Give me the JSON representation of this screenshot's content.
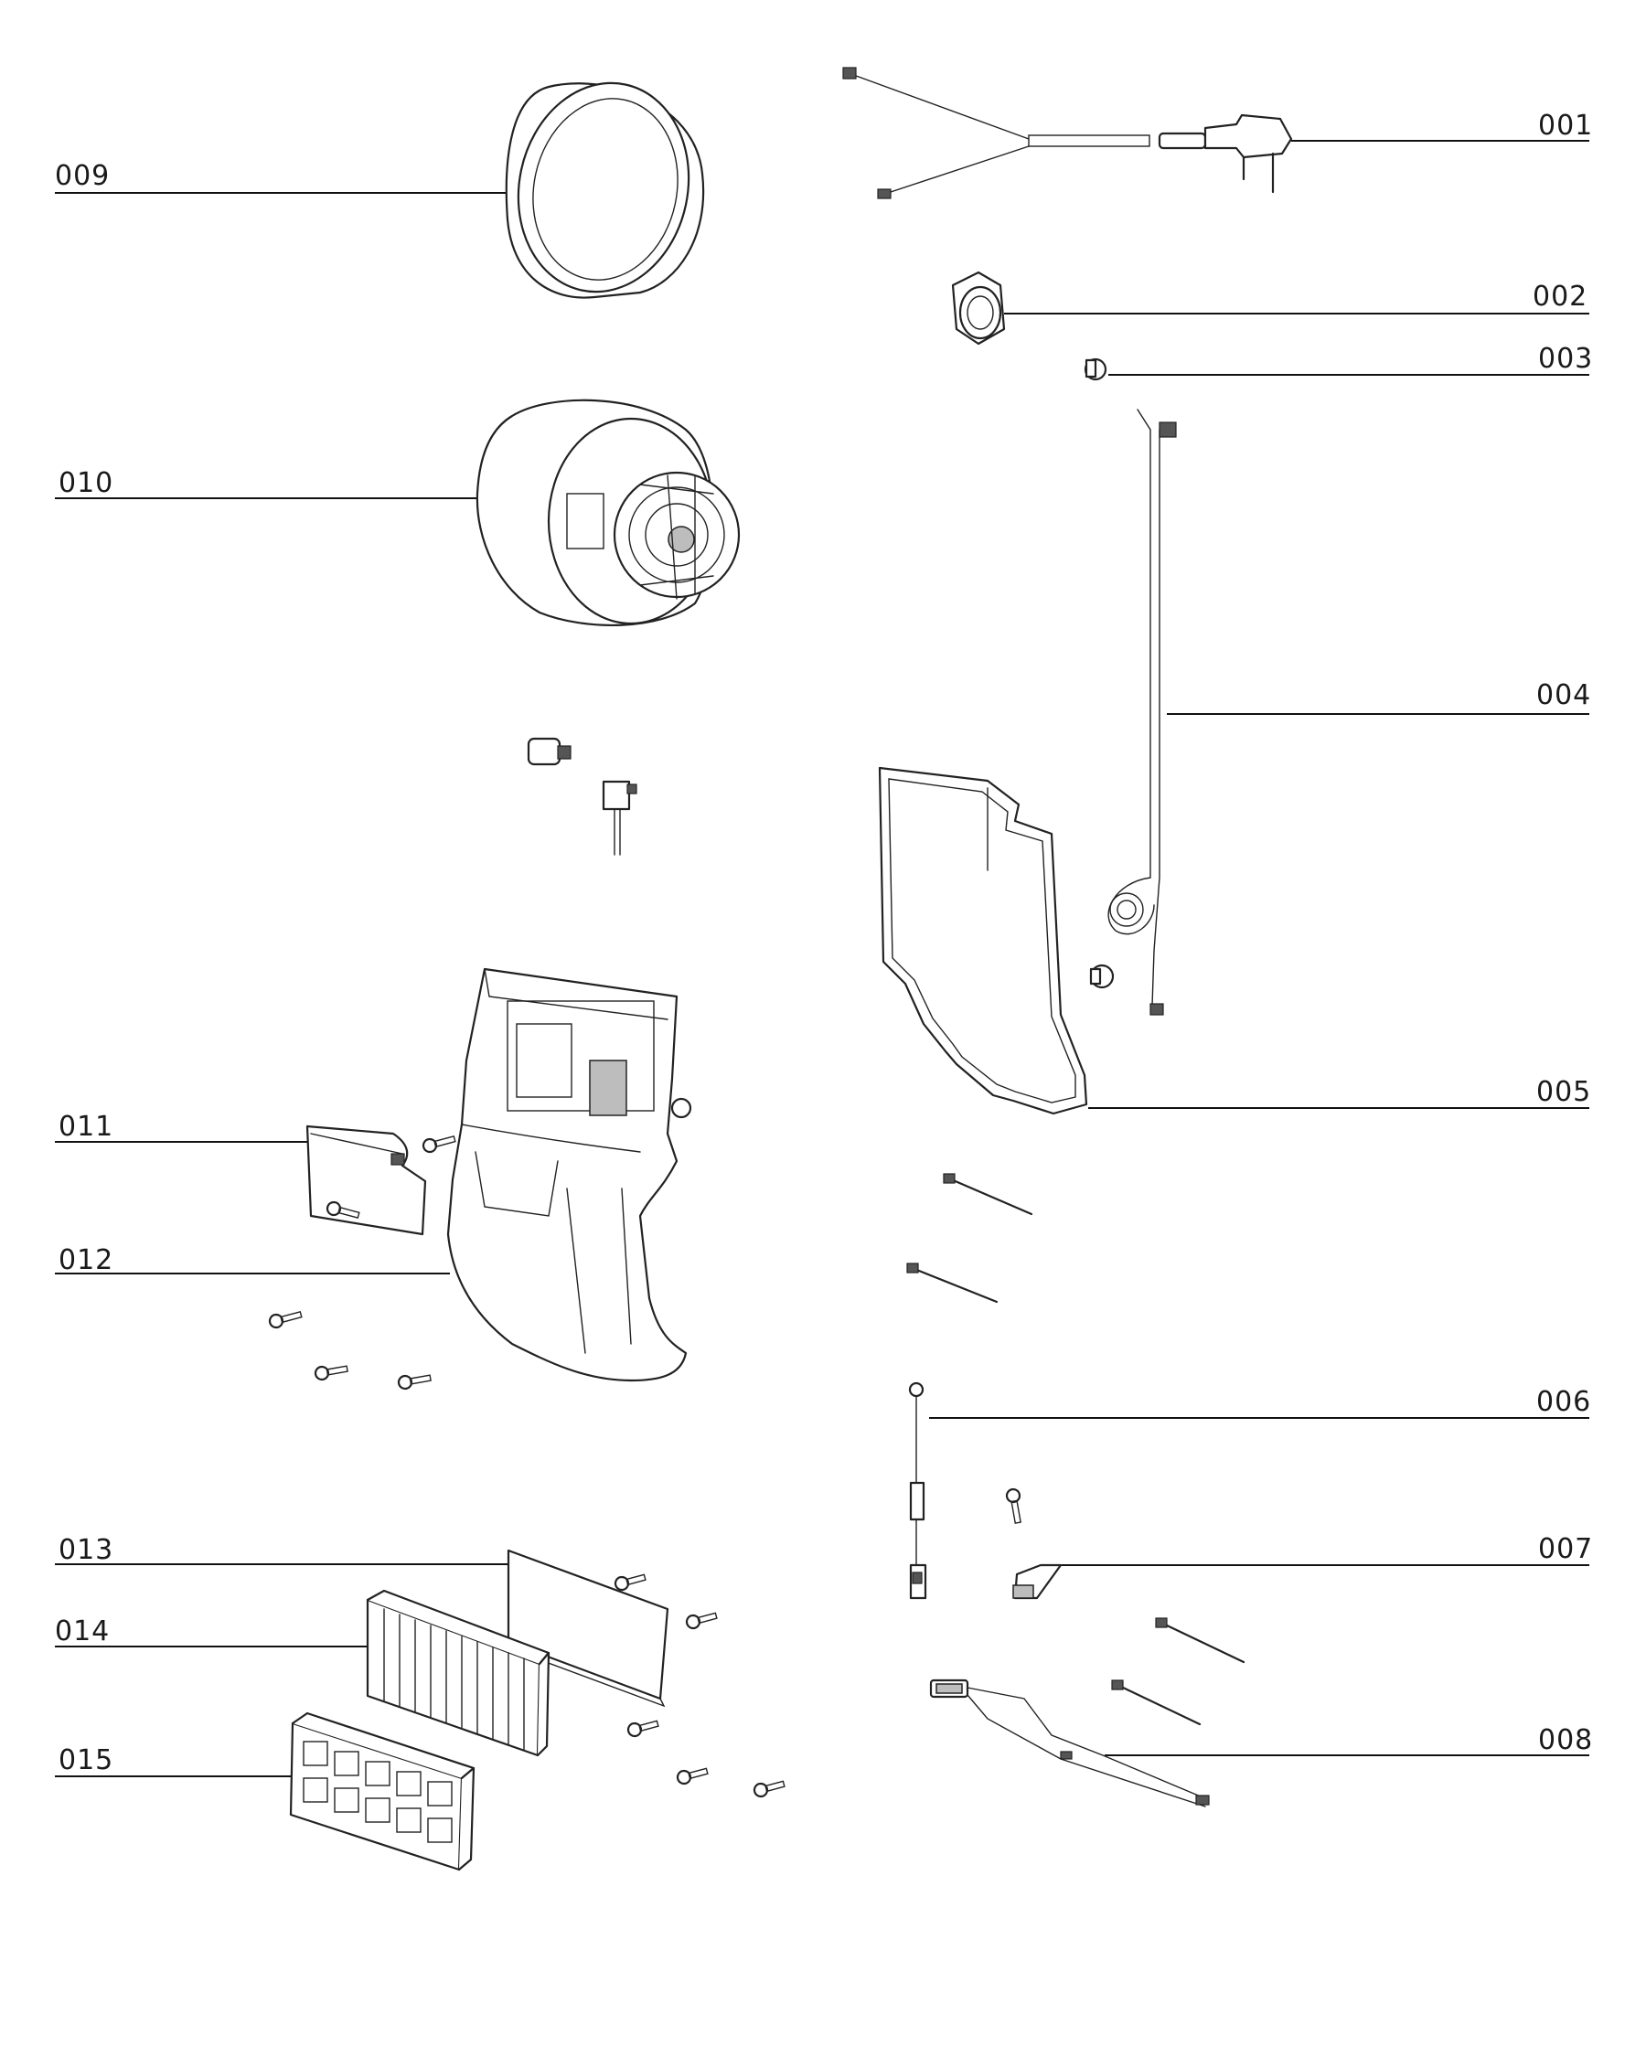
{
  "callouts": {
    "p001": "001",
    "p002": "002",
    "p003": "003",
    "p004": "004",
    "p005": "005",
    "p006": "006",
    "p007": "007",
    "p008": "008",
    "p009": "009",
    "p010": "010",
    "p011": "011",
    "p012": "012",
    "p013": "013",
    "p014": "014",
    "p015": "015"
  }
}
